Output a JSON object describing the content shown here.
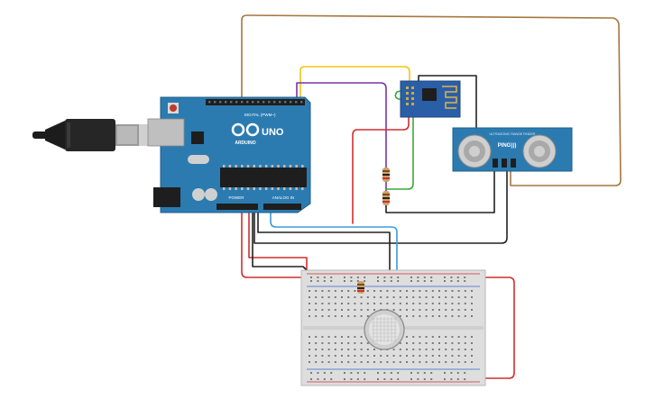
{
  "arduino": {
    "brand": "ARDUINO",
    "model": "UNO",
    "header_digital": "DIGITAL (PWM~)",
    "header_power": "POWER",
    "header_analog": "ANALOG IN",
    "color": "#2b7bb0"
  },
  "sensor": {
    "label": "PING)))",
    "header": "ULTRASONIC RANGE FINDER",
    "color": "#2b7bb0"
  },
  "wifi_module": {
    "color": "#2a5fa8"
  },
  "breadboard": {
    "color": "#dedede"
  },
  "gas_sensor": {
    "color": "#cfcfcf"
  },
  "wires": {
    "brown": "#a6763f",
    "red": "#d12f2f",
    "black": "#222222",
    "yellow": "#f2c511",
    "purple": "#7a34a6",
    "green": "#3aa83a",
    "blue": "#3b9bd8"
  }
}
